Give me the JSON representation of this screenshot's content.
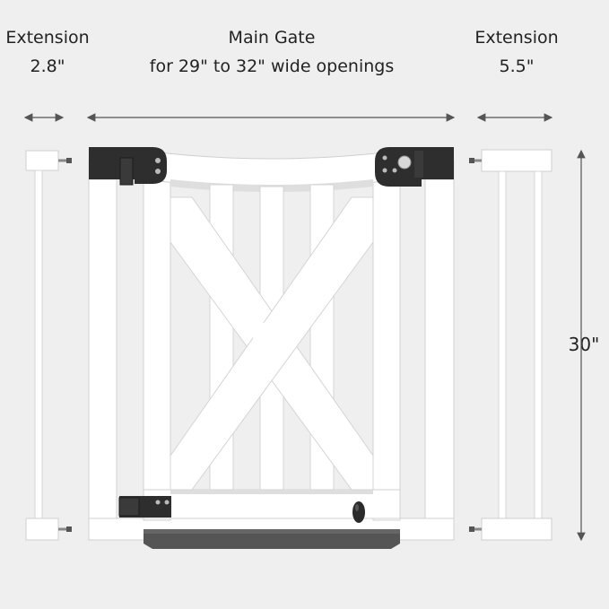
{
  "left_extension": {
    "title": "Extension",
    "size": "2.8\""
  },
  "main_gate": {
    "title": "Main Gate",
    "subtitle": "for 29\" to 32\" wide openings"
  },
  "right_extension": {
    "title": "Extension",
    "size": "5.5\""
  },
  "height_dimension": {
    "label": "30\""
  },
  "colors": {
    "background": "#efefef",
    "gate_white": "#ffffff",
    "gate_shade": "#dcdcdc",
    "hardware_dark": "#2e2e2e",
    "dimension_line": "#555555"
  },
  "icons": [
    "hinge-bracket-icon",
    "lock-latch-icon",
    "gate-handle-icon",
    "threshold-bar-icon"
  ]
}
